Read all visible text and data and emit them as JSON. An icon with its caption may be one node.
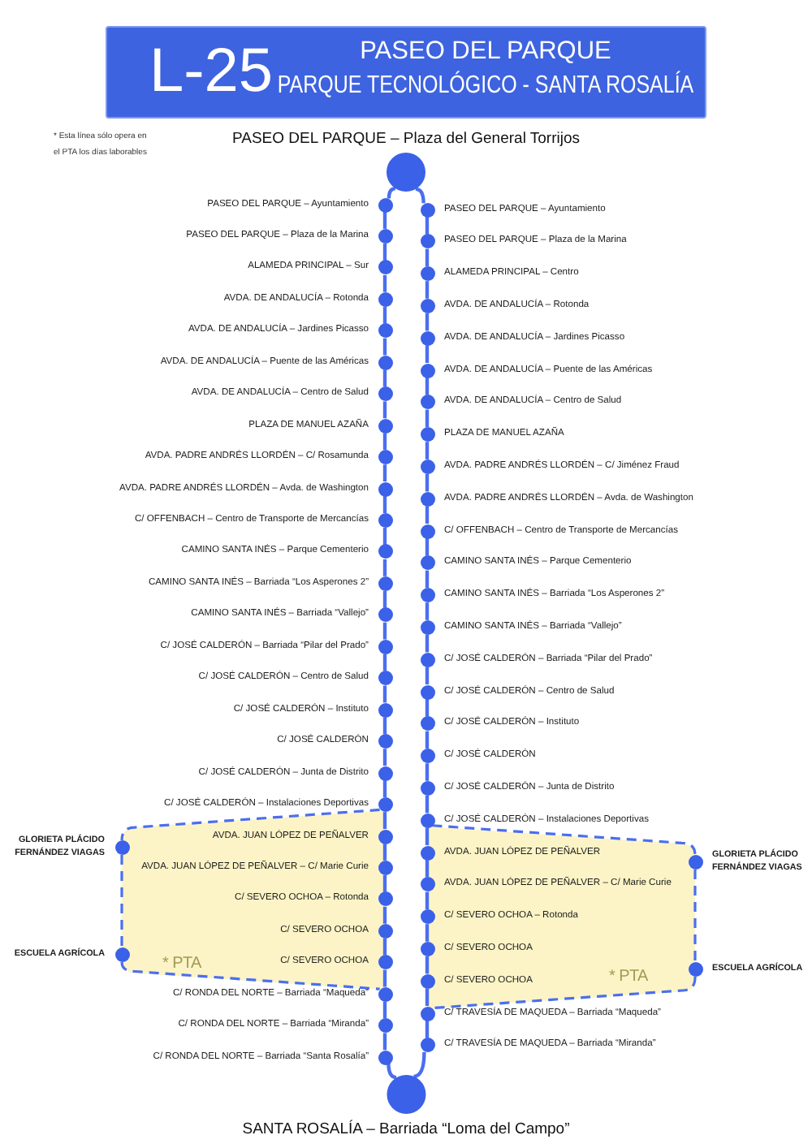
{
  "diagram": {
    "nodes": [
      {
        "text": [
          "L-25",
          "PASEO DEL PARQUE",
          "PARQUE TECNOLÓGICO - SANTA ROSALÍA"
        ]
      },
      {
        "text": [],
        "shape": "circle",
        "beside": [
          "PASEO DEL PARQUE – Plaza del General Torrijos"
        ]
      },
      {
        "text": [],
        "shape": "circle",
        "beside": [
          "PASEO DEL PARQUE – Ayuntamiento"
        ]
      },
      {
        "text": [],
        "shape": "circle",
        "beside": [
          "PASEO DEL PARQUE – Plaza de la Marina"
        ]
      },
      {
        "text": [],
        "shape": "circle",
        "beside": [
          "ALAMEDA PRINCIPAL – Sur"
        ]
      },
      {
        "text": [],
        "shape": "circle",
        "beside": [
          "AVDA. DE ANDALUCÍA – Rotonda"
        ]
      },
      {
        "text": [],
        "shape": "circle",
        "beside": [
          "AVDA. DE ANDALUCÍA – Jardines Picasso"
        ]
      },
      {
        "text": [],
        "shape": "circle",
        "beside": [
          "AVDA. DE ANDALUCÍA – Puente de las Américas"
        ]
      },
      {
        "text": [],
        "shape": "circle",
        "beside": [
          "AVDA. DE ANDALUCÍA – Centro de Salud"
        ]
      },
      {
        "text": [],
        "shape": "circle",
        "beside": [
          "PLAZA DE MANUEL AZAÑA"
        ]
      },
      {
        "text": [],
        "shape": "circle",
        "beside": [
          "AVDA. PADRE ANDRÉS LLORDÉN – C/ Rosamunda"
        ]
      },
      {
        "text": [],
        "shape": "circle",
        "beside": [
          "AVDA. PADRE ANDRÉS LLORDÉN – Avda. de Washington"
        ]
      },
      {
        "text": [],
        "shape": "circle",
        "beside": [
          "C/ OFFENBACH – Centro de Transporte de Mercancías"
        ]
      },
      {
        "text": [],
        "shape": "circle",
        "beside": [
          "CAMINO SANTA INÉS – Parque Cementerio"
        ]
      },
      {
        "text": [],
        "shape": "circle",
        "beside": [
          "CAMINO SANTA INÉS – Barriada “Los Asperones 2”"
        ]
      },
      {
        "text": [],
        "shape": "circle",
        "beside": [
          "CAMINO SANTA INÉS – Barriada “Vallejo”"
        ]
      },
      {
        "text": [],
        "shape": "circle",
        "beside": [
          "C/ JOSÉ CALDERÓN – Barriada “Pilar del Prado”"
        ]
      },
      {
        "text": [],
        "shape": "circle",
        "beside": [
          "C/ JOSÉ CALDERÓN – Centro de Salud"
        ]
      },
      {
        "text": [],
        "shape": "circle",
        "beside": [
          "C/ JOSÉ CALDERÓN – Instituto"
        ]
      },
      {
        "text": [],
        "shape": "circle",
        "beside": [
          "C/ JOSÉ CALDERÓN"
        ]
      },
      {
        "text": [],
        "shape": "circle",
        "beside": [
          "C/ JOSÉ CALDERÓN – Junta de Distrito"
        ]
      },
      {
        "text": [],
        "shape": "circle",
        "beside": [
          "C/ JOSÉ CALDERÓN – Instalaciones Deportivas"
        ]
      },
      {
        "text": [
          "* PTA"
        ]
      },
      {
        "text": [],
        "shape": "circle",
        "beside": [
          "AVDA. JUAN LÓPEZ DE PEÑALVER"
        ],
        "in": 22
      },
      {
        "text": [],
        "shape": "circle",
        "beside": [
          "AVDA. JUAN LÓPEZ DE PEÑALVER – C/ Marie Curie"
        ],
        "in": 22
      },
      {
        "text": [],
        "shape": "circle",
        "beside": [
          "C/ SEVERO OCHOA – Rotonda"
        ],
        "in": 22
      },
      {
        "text": [],
        "shape": "circle",
        "beside": [
          "C/ SEVERO OCHOA"
        ],
        "in": 22
      },
      {
        "text": [],
        "shape": "circle",
        "beside": [
          "C/ SEVERO OCHOA"
        ],
        "in": 22
      },
      {
        "text": [],
        "shape": "circle",
        "beside": [
          "C/ RONDA DEL NORTE – Barriada “Maqueda”"
        ]
      },
      {
        "text": [],
        "shape": "circle",
        "beside": [
          "C/ RONDA DEL NORTE – Barriada “Miranda”"
        ]
      },
      {
        "text": [],
        "shape": "circle",
        "beside": [
          "C/ RONDA DEL NORTE – Barriada “Santa Rosalía”"
        ]
      },
      {
        "text": [],
        "shape": "circle",
        "beside": [
          "GLORIETA PLÁCIDO FERNÁNDEZ VIAGAS"
        ]
      },
      {
        "text": [],
        "shape": "circle",
        "beside": [
          "ESCUELA AGRÍCOLA"
        ]
      },
      {
        "text": [],
        "shape": "circle",
        "beside": [
          "PASEO DEL PARQUE – Ayuntamiento"
        ]
      },
      {
        "text": [],
        "shape": "circle",
        "beside": [
          "PASEO DEL PARQUE – Plaza de la Marina"
        ]
      },
      {
        "text": [],
        "shape": "circle",
        "beside": [
          "ALAMEDA PRINCIPAL – Centro"
        ]
      },
      {
        "text": [],
        "shape": "circle",
        "beside": [
          "AVDA. DE ANDALUCÍA – Rotonda"
        ]
      },
      {
        "text": [],
        "shape": "circle",
        "beside": [
          "AVDA. DE ANDALUCÍA – Jardines Picasso"
        ]
      },
      {
        "text": [],
        "shape": "circle",
        "beside": [
          "AVDA. DE ANDALUCÍA – Puente de las Américas"
        ]
      },
      {
        "text": [],
        "shape": "circle",
        "beside": [
          "AVDA. DE ANDALUCÍA – Centro de Salud"
        ]
      },
      {
        "text": [],
        "shape": "circle",
        "beside": [
          "PLAZA DE MANUEL AZAÑA"
        ]
      },
      {
        "text": [],
        "shape": "circle",
        "beside": [
          "AVDA. PADRE ANDRÉS LLORDÉN – C/ Jiménez Fraud"
        ]
      },
      {
        "text": [],
        "shape": "circle",
        "beside": [
          "AVDA. PADRE ANDRÉS LLORDÉN – Avda. de Washington"
        ]
      },
      {
        "text": [],
        "shape": "circle",
        "beside": [
          "C/ OFFENBACH – Centro de Transporte de Mercancías"
        ]
      },
      {
        "text": [],
        "shape": "circle",
        "beside": [
          "CAMINO SANTA INÉS – Parque Cementerio"
        ]
      },
      {
        "text": [],
        "shape": "circle",
        "beside": [
          "CAMINO SANTA INÉS – Barriada “Los Asperones 2”"
        ]
      },
      {
        "text": [],
        "shape": "circle",
        "beside": [
          "CAMINO SANTA INÉS – Barriada “Vallejo”"
        ]
      },
      {
        "text": [],
        "shape": "circle",
        "beside": [
          "C/ JOSÉ CALDERÓN – Barriada “Pilar del Prado”"
        ]
      },
      {
        "text": [],
        "shape": "circle",
        "beside": [
          "C/ JOSÉ CALDERÓN – Centro de Salud"
        ]
      },
      {
        "text": [],
        "shape": "circle",
        "beside": [
          "C/ JOSÉ CALDERÓN – Instituto"
        ]
      },
      {
        "text": [],
        "shape": "circle",
        "beside": [
          "C/ JOSÉ CALDERÓN"
        ]
      },
      {
        "text": [],
        "shape": "circle",
        "beside": [
          "C/ JOSÉ CALDERÓN – Junta de Distrito"
        ]
      },
      {
        "text": [],
        "shape": "circle",
        "beside": [
          "C/ JOSÉ CALDERÓN – Instalaciones Deportivas"
        ]
      },
      {
        "text": [
          "* PTA"
        ]
      },
      {
        "text": [],
        "shape": "circle",
        "beside": [
          "AVDA. JUAN LÓPEZ DE PEÑALVER"
        ],
        "in": 53
      },
      {
        "text": [],
        "shape": "circle",
        "beside": [
          "AVDA. JUAN LÓPEZ DE PEÑALVER – C/ Marie Curie"
        ],
        "in": 53
      },
      {
        "text": [],
        "shape": "circle",
        "beside": [
          "C/ SEVERO OCHOA – Rotonda"
        ],
        "in": 53
      },
      {
        "text": [],
        "shape": "circle",
        "beside": [
          "C/ SEVERO OCHOA"
        ],
        "in": 53
      },
      {
        "text": [],
        "shape": "circle",
        "beside": [
          "C/ SEVERO OCHOA"
        ],
        "in": 53
      },
      {
        "text": [],
        "shape": "circle",
        "beside": [
          "C/ TRAVESÍA DE MAQUEDA – Barriada “Maqueda”"
        ]
      },
      {
        "text": [],
        "shape": "circle",
        "beside": [
          "C/ TRAVESÍA DE MAQUEDA – Barriada “Miranda”"
        ]
      },
      {
        "text": [],
        "shape": "circle",
        "beside": [
          "GLORIETA PLÁCIDO FERNÁNDEZ VIAGAS"
        ]
      },
      {
        "text": [],
        "shape": "circle",
        "beside": [
          "ESCUELA AGRÍCOLA"
        ]
      },
      {
        "text": [],
        "shape": "circle",
        "beside": [
          "SANTA ROSALÍA – Barriada “Loma del Campo”"
        ]
      }
    ],
    "edges": [
      {
        "from": 1,
        "to": 2,
        "arrow": "none"
      },
      {
        "from": 2,
        "to": 3,
        "arrow": "none"
      },
      {
        "from": 3,
        "to": 4,
        "arrow": "none"
      },
      {
        "from": 4,
        "to": 5,
        "arrow": "none"
      },
      {
        "from": 5,
        "to": 6,
        "arrow": "none"
      },
      {
        "from": 6,
        "to": 7,
        "arrow": "none"
      },
      {
        "from": 7,
        "to": 8,
        "arrow": "none"
      },
      {
        "from": 8,
        "to": 9,
        "arrow": "none"
      },
      {
        "from": 9,
        "to": 10,
        "arrow": "none"
      },
      {
        "from": 10,
        "to": 11,
        "arrow": "none"
      },
      {
        "from": 11,
        "to": 12,
        "arrow": "none"
      },
      {
        "from": 12,
        "to": 13,
        "arrow": "none"
      },
      {
        "from": 13,
        "to": 14,
        "arrow": "none"
      },
      {
        "from": 14,
        "to": 15,
        "arrow": "none"
      },
      {
        "from": 15,
        "to": 16,
        "arrow": "none"
      },
      {
        "from": 16,
        "to": 17,
        "arrow": "none"
      },
      {
        "from": 17,
        "to": 18,
        "arrow": "none"
      },
      {
        "from": 18,
        "to": 19,
        "arrow": "none"
      },
      {
        "from": 19,
        "to": 20,
        "arrow": "none"
      },
      {
        "from": 20,
        "to": 21,
        "arrow": "none"
      },
      {
        "from": 21,
        "to": 23,
        "arrow": "none"
      },
      {
        "from": 23,
        "to": 24,
        "arrow": "none"
      },
      {
        "from": 24,
        "to": 25,
        "arrow": "none"
      },
      {
        "from": 25,
        "to": 26,
        "arrow": "none"
      },
      {
        "from": 26,
        "to": 27,
        "arrow": "none"
      },
      {
        "from": 27,
        "to": 28,
        "arrow": "none"
      },
      {
        "from": 28,
        "to": 29,
        "arrow": "none"
      },
      {
        "from": 29,
        "to": 30,
        "arrow": "none"
      },
      {
        "from": 30,
        "to": 63,
        "arrow": "none"
      },
      {
        "from": 1,
        "to": 33,
        "arrow": "none"
      },
      {
        "from": 33,
        "to": 34,
        "arrow": "none"
      },
      {
        "from": 34,
        "to": 35,
        "arrow": "none"
      },
      {
        "from": 35,
        "to": 36,
        "arrow": "none"
      },
      {
        "from": 36,
        "to": 37,
        "arrow": "none"
      },
      {
        "from": 37,
        "to": 38,
        "arrow": "none"
      },
      {
        "from": 38,
        "to": 39,
        "arrow": "none"
      },
      {
        "from": 39,
        "to": 40,
        "arrow": "none"
      },
      {
        "from": 40,
        "to": 41,
        "arrow": "none"
      },
      {
        "from": 41,
        "to": 42,
        "arrow": "none"
      },
      {
        "from": 42,
        "to": 43,
        "arrow": "none"
      },
      {
        "from": 43,
        "to": 44,
        "arrow": "none"
      },
      {
        "from": 44,
        "to": 45,
        "arrow": "none"
      },
      {
        "from": 45,
        "to": 46,
        "arrow": "none"
      },
      {
        "from": 46,
        "to": 47,
        "arrow": "none"
      },
      {
        "from": 47,
        "to": 48,
        "arrow": "none"
      },
      {
        "from": 48,
        "to": 49,
        "arrow": "none"
      },
      {
        "from": 49,
        "to": 50,
        "arrow": "none"
      },
      {
        "from": 50,
        "to": 51,
        "arrow": "none"
      },
      {
        "from": 51,
        "to": 52,
        "arrow": "none"
      },
      {
        "from": 52,
        "to": 54,
        "arrow": "none"
      },
      {
        "from": 54,
        "to": 55,
        "arrow": "none"
      },
      {
        "from": 55,
        "to": 56,
        "arrow": "none"
      },
      {
        "from": 56,
        "to": 57,
        "arrow": "none"
      },
      {
        "from": 57,
        "to": 58,
        "arrow": "none"
      },
      {
        "from": 58,
        "to": 59,
        "arrow": "none"
      },
      {
        "from": 59,
        "to": 60,
        "arrow": "none"
      },
      {
        "from": 60,
        "to": 63,
        "arrow": "none"
      },
      {
        "from": 21,
        "to": 31,
        "arrow": "none",
        "style": "dashed"
      },
      {
        "from": 31,
        "to": 32,
        "arrow": "none",
        "style": "dashed"
      },
      {
        "from": 32,
        "to": 28,
        "arrow": "none",
        "style": "dashed"
      },
      {
        "from": 52,
        "to": 61,
        "arrow": "none",
        "style": "dashed"
      },
      {
        "from": 61,
        "to": 62,
        "arrow": "none",
        "style": "dashed"
      },
      {
        "from": 62,
        "to": 59,
        "arrow": "none",
        "style": "dashed"
      }
    ],
    "labels": [
      "* Esta línea sólo opera en el PTA los días laborables"
    ]
  }
}
